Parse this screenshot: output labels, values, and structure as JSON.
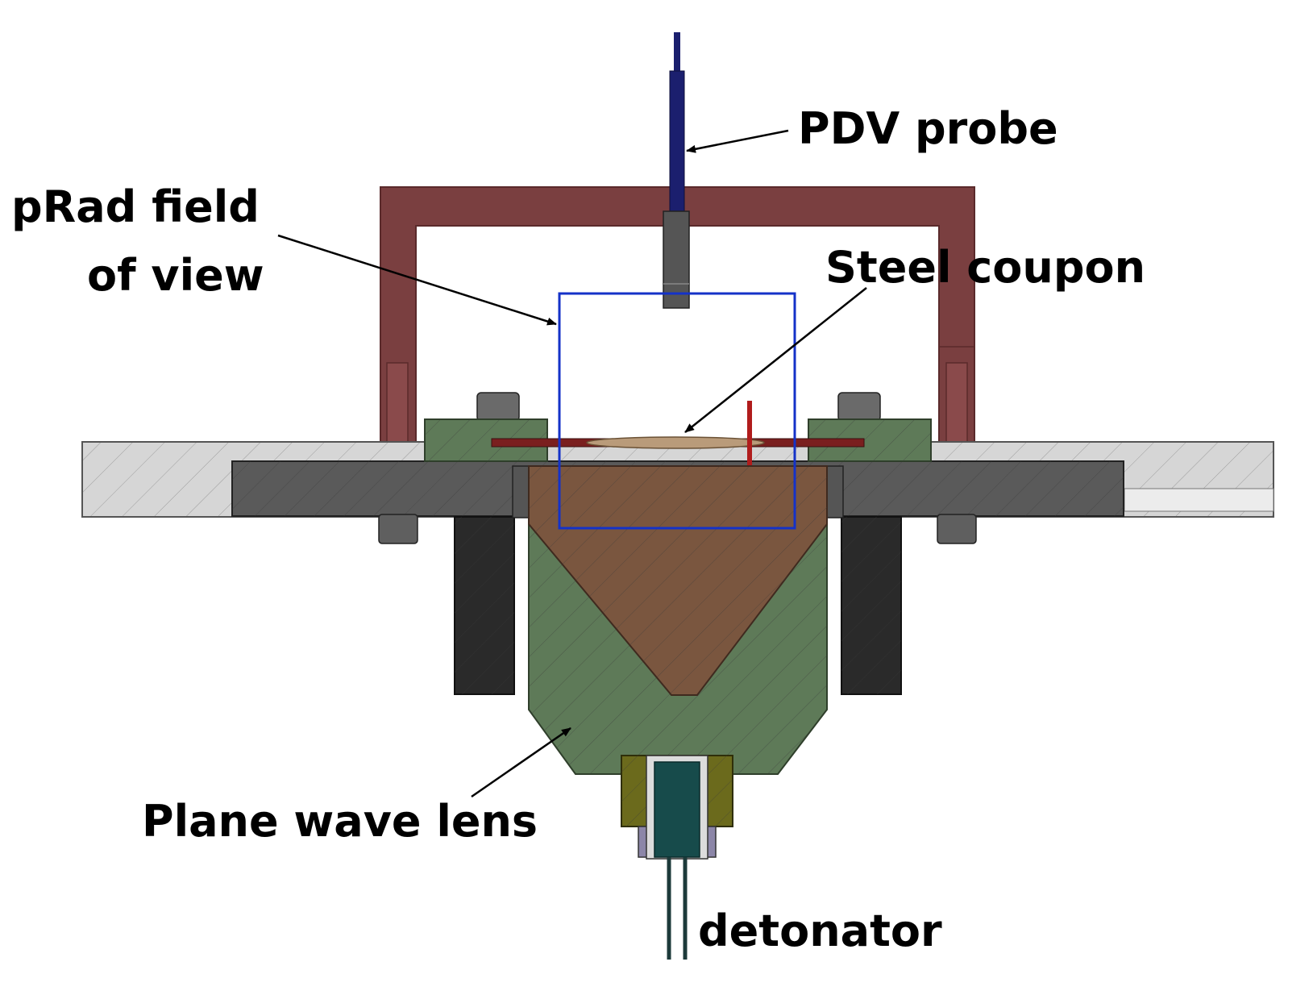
{
  "labels": {
    "pdv_probe": "PDV probe",
    "prad_line1": "pRad field",
    "prad_line2": "of view",
    "steel_coupon": "Steel coupon",
    "plane_wave_lens": "Plane wave lens",
    "detonator": "detonator"
  },
  "colors": {
    "frame": "#7a3f40",
    "frame_edge": "#5a2a2b",
    "probe": "#1b1f6e",
    "probe_holder": "#555555",
    "fov_box": "#1432c8",
    "base_plate": "#d6d6d6",
    "dark_plate": "#5a5a5a",
    "clamp": "#5e7a58",
    "lens_outer": "#5e7a58",
    "lens_inner": "#7a563f",
    "side_block": "#2a2a2a",
    "coupon": "#b99b7a",
    "coupon_bar": "#7a1f1f",
    "pin": "#b01c1c",
    "det_holder": "#6b6a1c",
    "det_core": "#174b4b",
    "det_sleeve": "#8c86a8",
    "wire": "#1d3a3a",
    "arrow": "#000000"
  }
}
